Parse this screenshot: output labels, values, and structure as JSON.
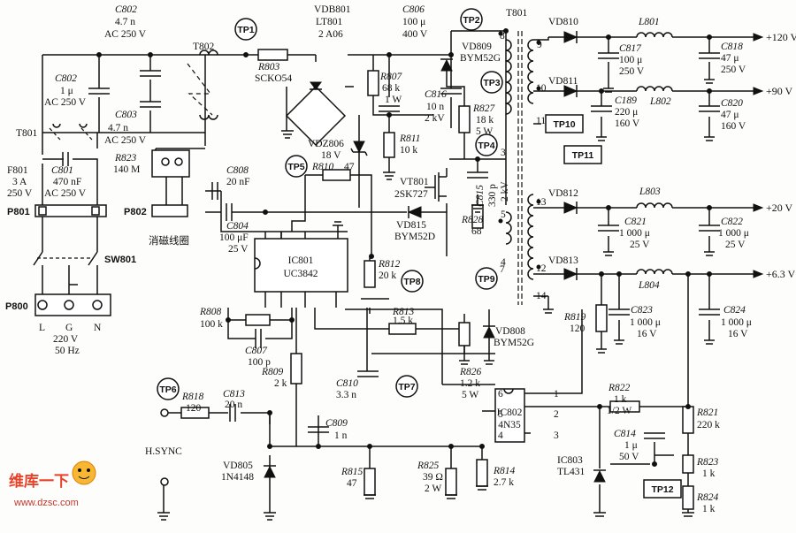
{
  "labels": {
    "c802a_name": "C802",
    "c802a_v1": "4.7 n",
    "c802a_v2": "AC 250 V",
    "tp1": "TP1",
    "t802": "T802",
    "vdb_name": "VDB801",
    "vdb_v1": "LT801",
    "vdb_v2": "2 A06",
    "r803_name": "R803",
    "r803_v": "SCKO54",
    "c806_name": "C806",
    "c806_v1": "100 μ",
    "c806_v2": "400 V",
    "tp2": "TP2",
    "t801_main": "T801",
    "vd809_name": "VD809",
    "vd809_v": "BYM52G",
    "vd810": "VD810",
    "l801": "L801",
    "out120": "+120 V",
    "c817_name": "C817",
    "c817_v1": "100 μ",
    "c817_v2": "250 V",
    "c818_name": "C818",
    "c818_v1": "47 μ",
    "c818_v2": "250 V",
    "c802b_name": "C802",
    "c802b_v1": "1 μ",
    "c802b_v2": "AC 250 V",
    "c803_name": "C803",
    "c803_v1": "4.7 n",
    "c803_v2": "AC 250 V",
    "r807_name": "R807",
    "r807_v1": "68 k",
    "r807_v2": "1 W",
    "tp3": "TP3",
    "c816_name": "C816",
    "c816_v1": "10 n",
    "c816_v2": "2 kV",
    "r827_name": "R827",
    "r827_v1": "18 k",
    "r827_v2": "5 W",
    "vd811": "VD811",
    "l802": "L802",
    "out90": "+90 V",
    "c189_name": "C189",
    "c189_v1": "220 μ",
    "c189_v2": "160 V",
    "c820_name": "C820",
    "c820_v1": "47 μ",
    "c820_v2": "160 V",
    "tp10": "TP10",
    "tp11": "TP11",
    "t801_left": "T801",
    "vdz806_name": "VDZ806",
    "vdz806_v": "18 V",
    "r811_name": "R811",
    "r811_v": "10 k",
    "tp4": "TP4",
    "r823_name": "R823",
    "r823_v": "140 M",
    "f801_name": "F801",
    "f801_v1": "3 A",
    "f801_v2": "250 V",
    "c801_name": "C801",
    "c801_v1": "470 nF",
    "c801_v2": "AC 250 V",
    "c808_name": "C808",
    "c808_v": "20 nF",
    "tp5": "TP5",
    "r810_name": "R810",
    "r810_v": "47",
    "vt801_name": "VT801",
    "vt801_v": "2SK727",
    "c815_name": "C815",
    "c815_v1": "330 p",
    "c815_v2": "2 kV",
    "p801": "P801",
    "p802": "P802",
    "degauss": "消磁线圈",
    "c804_name": "C804",
    "c804_v1": "100 μF",
    "c804_v2": "25 V",
    "vd815_name": "VD815",
    "vd815_v": "BYM52D",
    "r828_name": "R828",
    "r828_v": "68",
    "vd812": "VD812",
    "l803": "L803",
    "out20": "+20 V",
    "c821_name": "C821",
    "c821_v1": "1 000 μ",
    "c821_v2": "25 V",
    "c822_name": "C822",
    "c822_v1": "1 000 μ",
    "c822_v2": "25 V",
    "sw801": "SW801",
    "ic801_name": "IC801",
    "ic801_v": "UC3842",
    "r812_name": "R812",
    "r812_v": "20 k",
    "tp8": "TP8",
    "tp9": "TP9",
    "vd813": "VD813",
    "l804": "L804",
    "out63": "+6.3 V",
    "p800": "P800",
    "r808_name": "R808",
    "r808_v": "100 k",
    "r813_name": "R813",
    "r813_v": "1.5 k",
    "vd808_name": "VD808",
    "vd808_v": "BYM52G",
    "r819_name": "R819",
    "r819_v": "120",
    "c823_name": "C823",
    "c823_v1": "1 000 μ",
    "c823_v2": "16 V",
    "c824_name": "C824",
    "c824_v1": "1 000 μ",
    "c824_v2": "16 V",
    "pin_l": "L",
    "pin_g": "G",
    "pin_n": "N",
    "ac1": "220 V",
    "ac2": "50 Hz",
    "c807_name": "C807",
    "c807_v": "100 p",
    "r809_name": "R809",
    "r809_v": "2 k",
    "r826_name": "R826",
    "r826_v1": "1.2 k",
    "r826_v2": "5 W",
    "tp6": "TP6",
    "r818_name": "R818",
    "r818_v": "120",
    "c813_name": "C813",
    "c813_v": "20 n",
    "c810_name": "C810",
    "c810_v": "3.3 n",
    "tp7": "TP7",
    "r822_name": "R822",
    "r822_v1": "1 k",
    "r822_v2": "1/2 W",
    "ic802_name": "IC802",
    "ic802_v": "4N35",
    "c809_name": "C809",
    "c809_v": "1 n",
    "c814_name": "C814",
    "c814_v1": "1 μ",
    "c814_v2": "50 V",
    "r821_name": "R821",
    "r821_v": "220 k",
    "hsync": "H.SYNC",
    "vd805_name": "VD805",
    "vd805_v": "1N4148",
    "r815_name": "R815",
    "r815_v": "47",
    "r825_name": "R825",
    "r825_v1": "39 Ω",
    "r825_v2": "2 W",
    "r814_name": "R814",
    "r814_v": "2.7 k",
    "ic803_name": "IC803",
    "ic803_v": "TL431",
    "r823b_name": "R823",
    "r823b_v": "1 k",
    "tp12": "TP12",
    "r824_name": "R824",
    "r824_v": "1 k",
    "wm_logo": "维库一下",
    "wm_url": "www.dzsc.com",
    "pin8": "8",
    "pin9": "9",
    "pin10": "10",
    "pin11": "11",
    "pin13": "13",
    "pin12": "12",
    "pin14": "14",
    "pin3": "3",
    "pin5": "5",
    "pin4": "4",
    "pin7": "7",
    "ic_pin6": "6",
    "ic_pin5": "5",
    "ic_pin4": "4",
    "ic_pin1": "1",
    "ic_pin2": "2",
    "ic_pin3": "3"
  }
}
